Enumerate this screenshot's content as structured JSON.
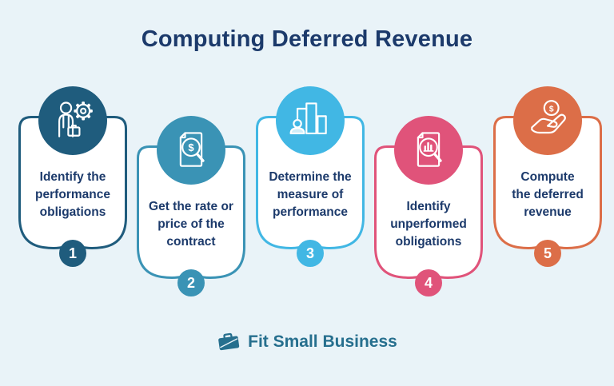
{
  "background": "#e9f3f8",
  "text_color": "#1c3a6b",
  "title": "Computing Deferred Revenue",
  "steps": [
    {
      "number": "1",
      "label": "Identify the\nperformance\nobligations",
      "color": "#1f5c7d",
      "icon": "person-gear-icon"
    },
    {
      "number": "2",
      "label": "Get the rate or\nprice of the\ncontract",
      "color": "#3a93b5",
      "icon": "document-dollar-magnifier-icon"
    },
    {
      "number": "3",
      "label": "Determine the\nmeasure of\nperformance",
      "color": "#41b7e4",
      "icon": "person-bar-chart-icon"
    },
    {
      "number": "4",
      "label": "Identify\nunperformed\nobligations",
      "color": "#e0537a",
      "icon": "document-chart-magnifier-icon"
    },
    {
      "number": "5",
      "label": "Compute\nthe deferred\nrevenue",
      "color": "#dc6e48",
      "icon": "hand-coin-icon"
    }
  ],
  "footer": {
    "brand": "Fit Small Business",
    "brand_color": "#266f8e",
    "icon": "briefcase-icon"
  }
}
